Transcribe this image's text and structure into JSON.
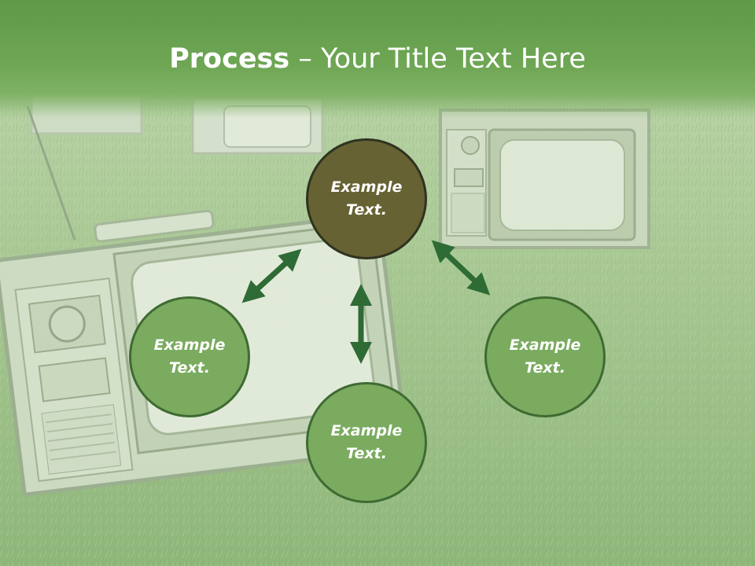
{
  "slide": {
    "title_bold": "Process",
    "title_rest": " – Your Title Text Here"
  },
  "nodes": {
    "top": {
      "line1": "Example",
      "line2": "Text."
    },
    "left": {
      "line1": "Example",
      "line2": "Text."
    },
    "bottom": {
      "line1": "Example",
      "line2": "Text."
    },
    "right": {
      "line1": "Example",
      "line2": "Text."
    }
  },
  "colors": {
    "header": "#6ea654",
    "node_fill": "#7aab5f",
    "node_border": "#3f6b33",
    "center_fill": "#666233",
    "arrow": "#2e6b35"
  }
}
